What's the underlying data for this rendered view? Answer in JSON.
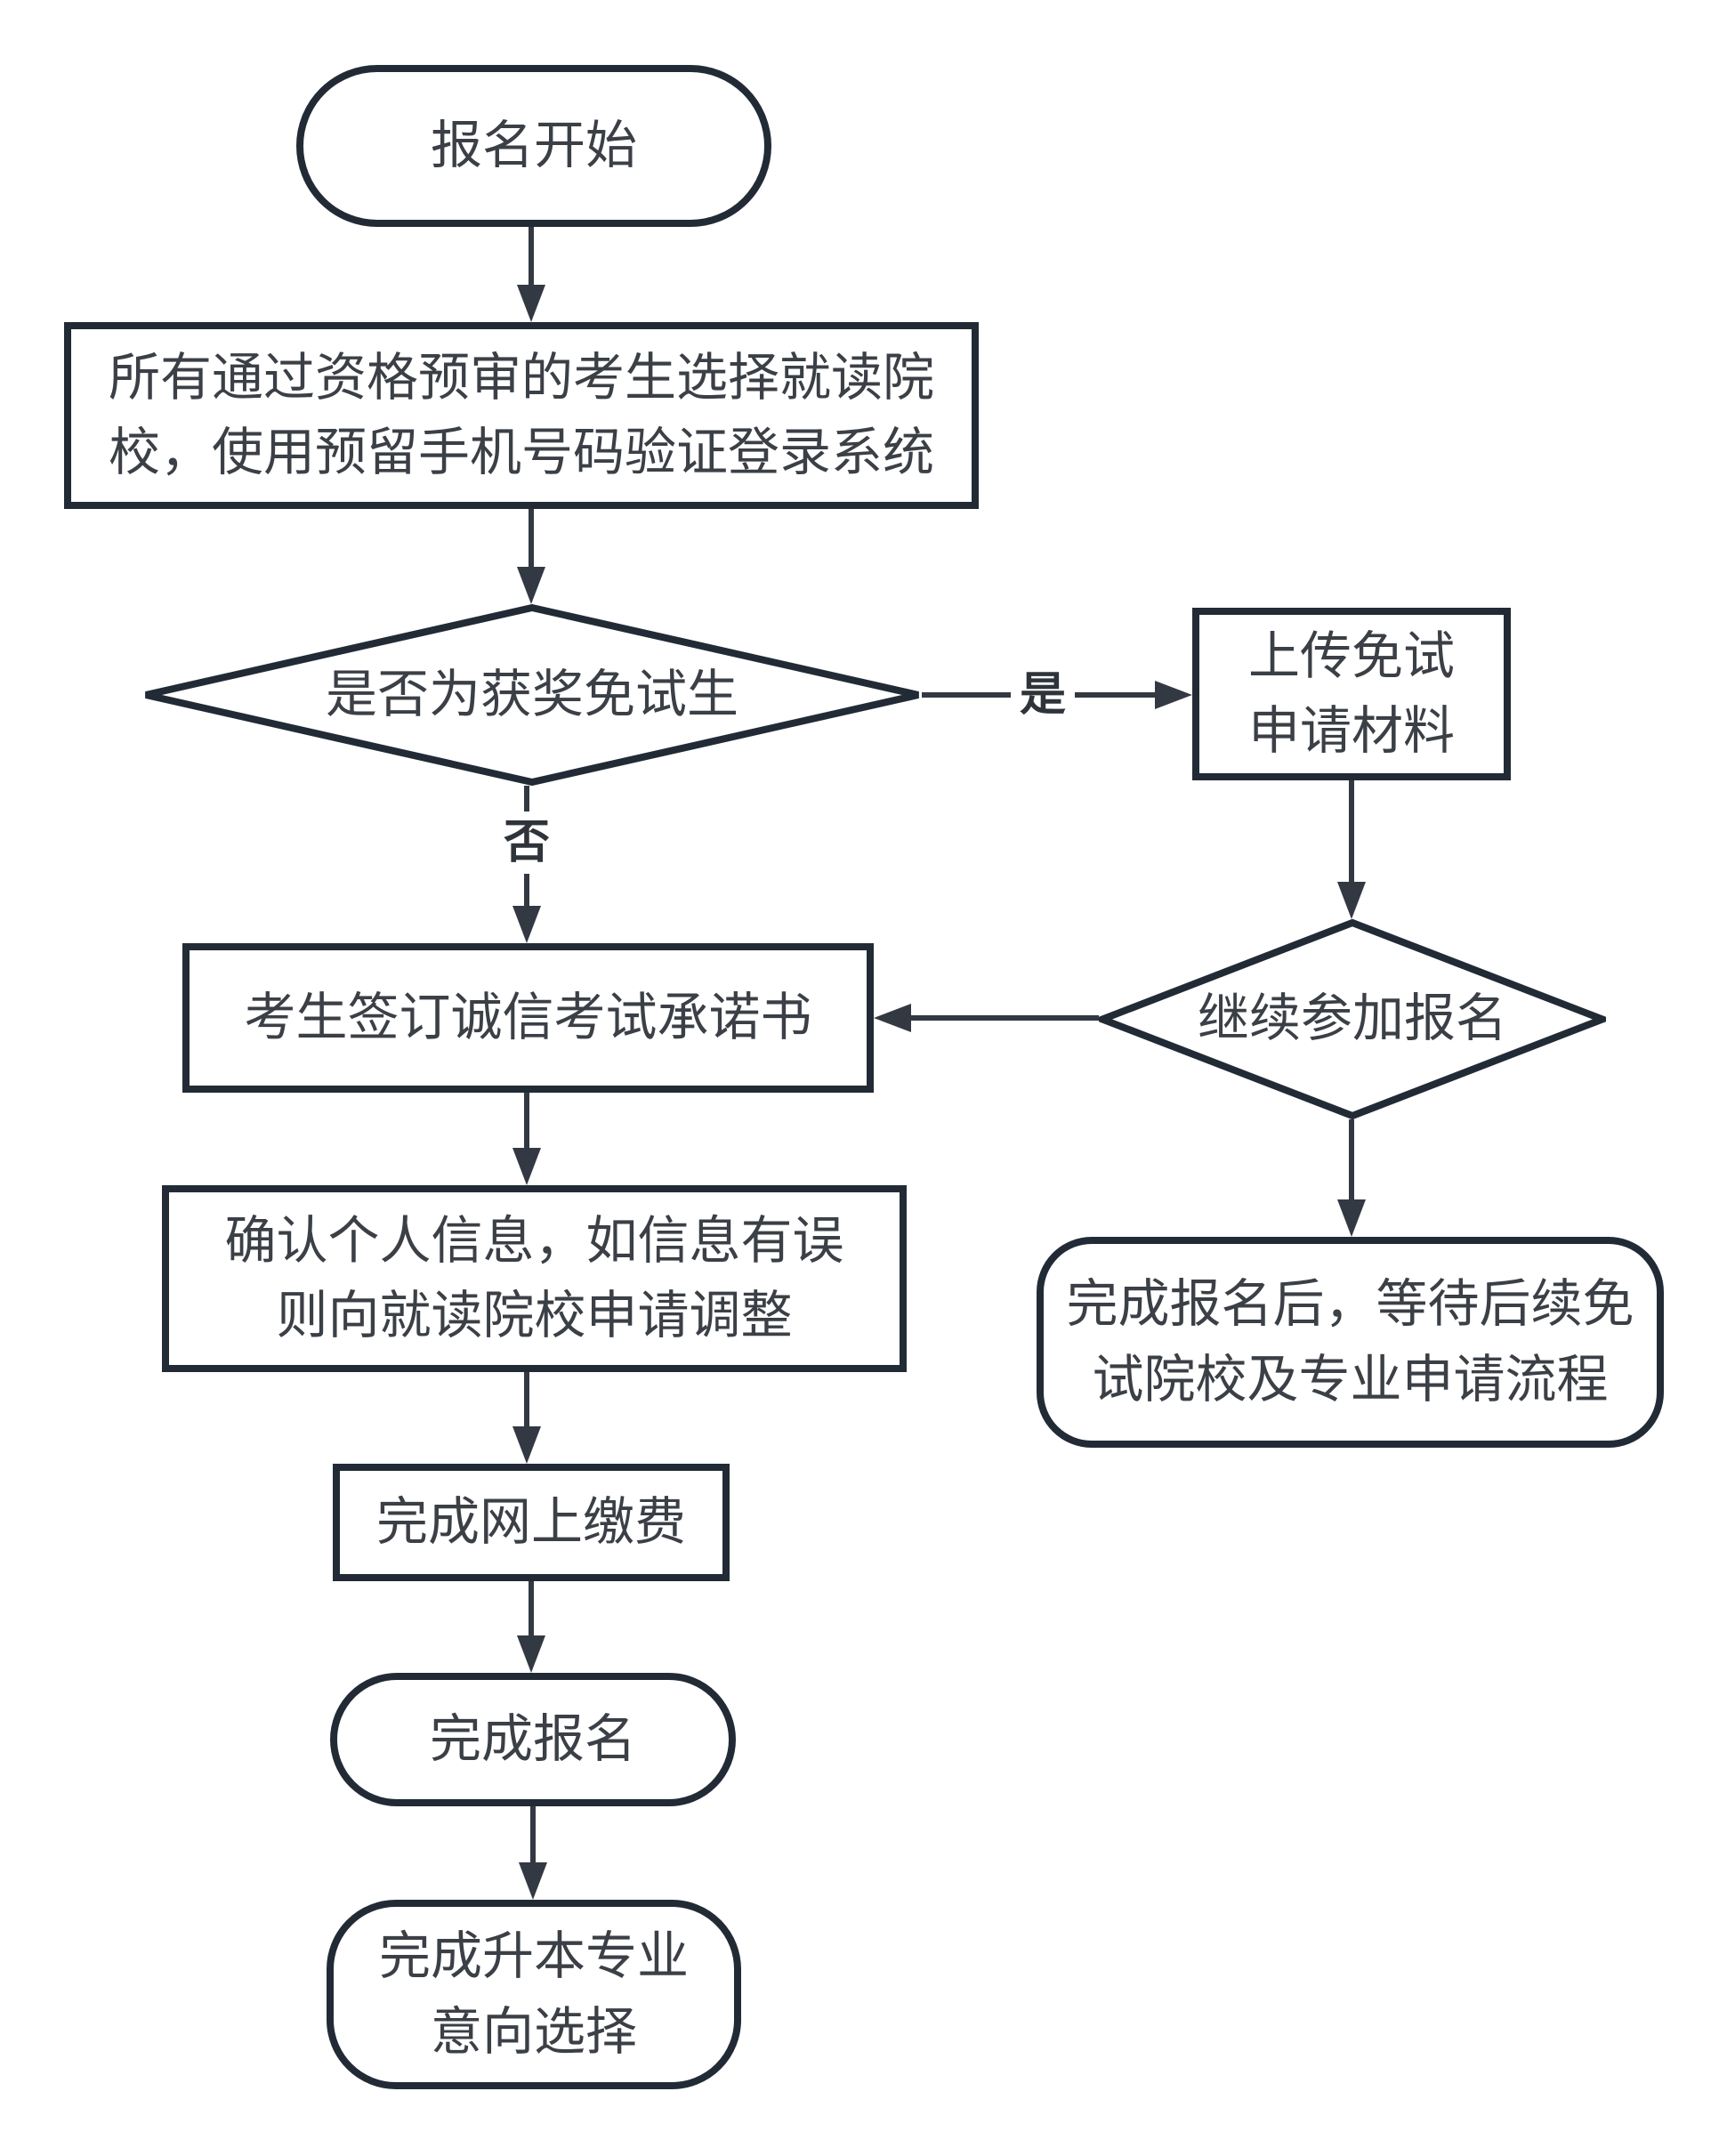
{
  "diagram": {
    "type": "flowchart",
    "background": "#ffffff",
    "colors": {
      "shape_border": "#222b35",
      "connector": "#333942",
      "text": "#3b3f46",
      "shape_fill": "#ffffff"
    },
    "nodes": {
      "start": {
        "type": "terminator",
        "label": "报名开始"
      },
      "precheck_login": {
        "type": "process",
        "label": "所有通过资格预审的考生选择就读院\n校，使用预留手机号码验证登录系统"
      },
      "exempt_decision": {
        "type": "decision",
        "label": "是否为获奖免试生"
      },
      "upload_materials": {
        "type": "process",
        "label": "上传免试\n申请材料"
      },
      "sign_commitment": {
        "type": "process",
        "label": "考生签订诚信考试承诺书"
      },
      "continue_decision": {
        "type": "decision",
        "label": "继续参加报名"
      },
      "confirm_info": {
        "type": "process",
        "label": "确认个人信息，如信息有误\n则向就读院校申请调整"
      },
      "wait_exempt_flow": {
        "type": "terminator",
        "label": "完成报名后，等待后续免\n试院校及专业申请流程"
      },
      "pay_online": {
        "type": "process",
        "label": "完成网上缴费"
      },
      "finish_registration": {
        "type": "terminator",
        "label": "完成报名"
      },
      "choose_major": {
        "type": "terminator",
        "label": "完成升本专业\n意向选择"
      }
    },
    "edge_labels": {
      "yes": "是",
      "no": "否"
    }
  }
}
